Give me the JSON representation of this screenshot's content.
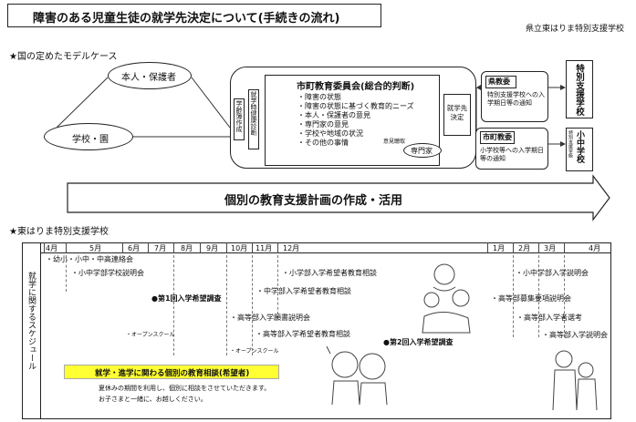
{
  "header": {
    "title": "障害のある児童生徒の就学先決定について(手続きの流れ)",
    "school": "県立東はりま特別支援学校"
  },
  "model": {
    "heading": "★国の定めたモデルケース",
    "guardian": "本人・保護者",
    "school_node": "学校・園",
    "left_v1": "学齢簿作成",
    "left_v2": "就学時健康診断",
    "committee_title": "市町教育委員会(総合的判断)",
    "committee_items": [
      "・障害の状態",
      "・障害の状態に基づく教育的ニーズ",
      "・本人・保護者の意見",
      "・専門家の意見",
      "・学校や地域の状況",
      "・その他の事情"
    ],
    "expert": "専門家",
    "expert_note": "意見聴取",
    "decision": "就学先決定",
    "pref_board": "県教委",
    "pref_note": "特別支援学校への入学期日等の通知",
    "city_board": "市町教委",
    "city_note": "小学校等への入学期日等の通知",
    "tokubetsu": "特別支援学校",
    "shochu": "小中学校",
    "shochu_sub": "特別支援学級",
    "plan": "個別の教育支援計画の作成・活用"
  },
  "schedule": {
    "heading": "★東はりま特別支援学校",
    "side": "就学に関するスケジュール",
    "months": [
      "4月",
      "5月",
      "6月",
      "7月",
      "8月",
      "9月",
      "10月",
      "11月",
      "12月",
      "1月",
      "2月",
      "3月",
      "4月"
    ],
    "events": {
      "e1": "・幼小・小中・中高連絡会",
      "e2": "・小中学部学校説明会",
      "e3": "・小学部入学希望者教育相談",
      "e4": "・小中学部入学説明会",
      "e5": "・中学部入学希望者教育相談",
      "e6": "●第1回入学希望調査",
      "e7": "・高等部募集要項説明会",
      "e8": "・高等部入学願書説明会",
      "e9": "・高等部入学者選考",
      "e10": "・高等部入学希望者教育相談",
      "e11": "・オープンスクール",
      "e12": "●第2回入学希望調査",
      "e13": "・高等部入学説明会",
      "e14": "・オープンスクール"
    },
    "consult_title": "就学・進学に関わる個別の教育相談(希望者)",
    "consult_note1": "夏休みの期間を利用し、個別に相談をさせていただきます。",
    "consult_note2": "お子さまと一緒に、お越しください。"
  },
  "colors": {
    "consult_bg": "#ffff33",
    "arrow_fill": "#ffffff"
  }
}
